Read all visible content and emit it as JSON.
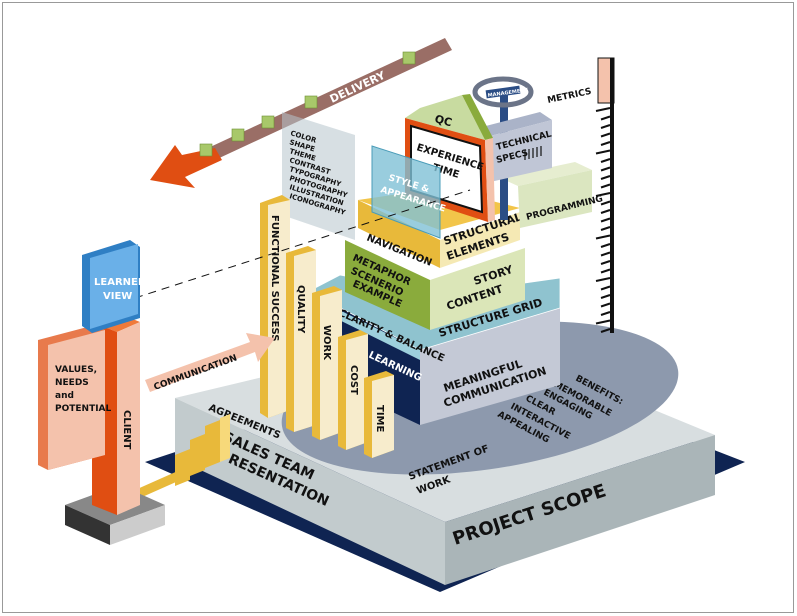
{
  "colors": {
    "navy": "#0f2452",
    "orange": "#e04e12",
    "green": "#8aab3c",
    "yellow": "#e8b93a",
    "teal": "#8fc3cf",
    "blue": "#5aa0d8",
    "pink": "#f4c2ac",
    "gray": "#c9d0d8",
    "brown": "#9a6e66"
  },
  "labels": {
    "delivery": "DELIVERY",
    "qc": "QC",
    "experience": "EXPERIENCE",
    "time_label": "TIME",
    "management": "MANAGEMENT",
    "metrics": "METRICS",
    "technical": "TECHNICAL",
    "specs": "SPECS",
    "programming": "PROGRAMMING",
    "style": "STYLE &",
    "appearance": "APPEARANCE",
    "style_list": [
      "COLOR",
      "SHAPE",
      "THEME",
      "CONTRAST",
      "TYPOGRAPHY",
      "PHOTOGRAPHY",
      "ILLUSTRATION",
      "ICONOGRAPHY"
    ],
    "navigation": "NAVIGATION",
    "structural": "STRUCTURAL",
    "elements": "ELEMENTS",
    "metaphor": "METAPHOR",
    "scenerio": "SCENERIO",
    "example": "EXAMPLE",
    "story": "STORY",
    "content": "CONTENT",
    "clarity": "CLARITY & BALANCE",
    "structure_grid": "STRUCTURE GRID",
    "learning": "LEARNING",
    "meaningful": "MEANINGFUL",
    "communication_box": "COMMUNICATION",
    "benefits": [
      "BENEFITS:",
      "MEMORABLE",
      "ENGAGING",
      "CLEAR",
      "INTERACTIVE",
      "APPEALING"
    ],
    "functional_success": "FUNCTIONAL SUCCESS",
    "quality": "QUALITY",
    "work": "WORK",
    "cost": "COST",
    "time_bar": "TIME",
    "agreements": "AGREEMENTS",
    "statement": "STATEMENT OF",
    "statement2": "WORK",
    "sales": "SALES TEAM",
    "presentation": "PRESENTATION",
    "project_scope": "PROJECT SCOPE",
    "learner": "LEARNER",
    "view": "VIEW",
    "values": [
      "VALUES,",
      "NEEDS",
      "and",
      "POTENTIAL"
    ],
    "client": "CLIENT",
    "communication_arrow": "COMMUNICATION"
  }
}
